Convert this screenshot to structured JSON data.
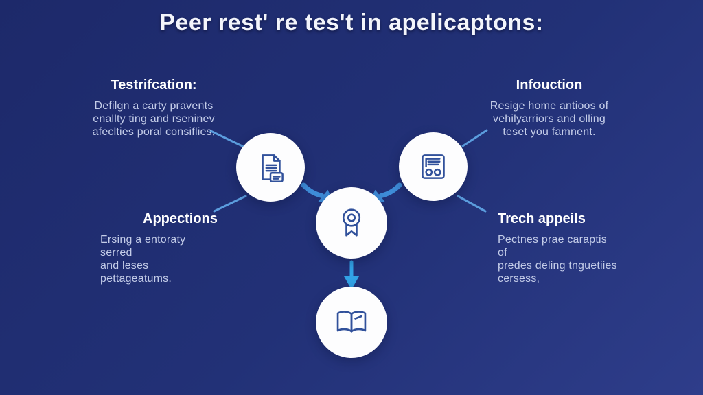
{
  "title": "Peer rest' re tes't in apelicaptons:",
  "blocks": [
    {
      "id": "top-left",
      "heading": "Testrifcation:",
      "lines": [
        "Defilgn a carty pravents",
        "enallty ting and rseninev",
        "afeclties poral consiflies,"
      ]
    },
    {
      "id": "bottom-left",
      "heading": "Appections",
      "lines": [
        "Ersing a entoraty serred",
        "and leses pettageatums."
      ]
    },
    {
      "id": "top-right",
      "heading": "Infouction",
      "lines": [
        "Resige home antioos of",
        "vehilyarriors and olling",
        "teset you famnent."
      ]
    },
    {
      "id": "bottom-right",
      "heading": "Trech appeils",
      "lines": [
        "Pectnes prae caraptis of",
        "predes deling tnguetiies",
        "cersess,"
      ]
    }
  ],
  "nodes": [
    {
      "icon": "document-lines-icon"
    },
    {
      "icon": "card-list-icon"
    },
    {
      "icon": "award-ribbon-icon"
    },
    {
      "icon": "open-book-icon"
    }
  ],
  "colors": {
    "background_top": "#1d296a",
    "background_bottom": "#2e3d8a",
    "title_text": "#f3f5fb",
    "heading_text": "#ffffff",
    "body_text": "#c3cce8",
    "circle_fill": "#fdfdfe",
    "icon_stroke": "#31519b",
    "connector_line": "#5b9dde",
    "chunky_arrow": "#3e8cd8",
    "vertical_arrow": "#32a2e6"
  }
}
